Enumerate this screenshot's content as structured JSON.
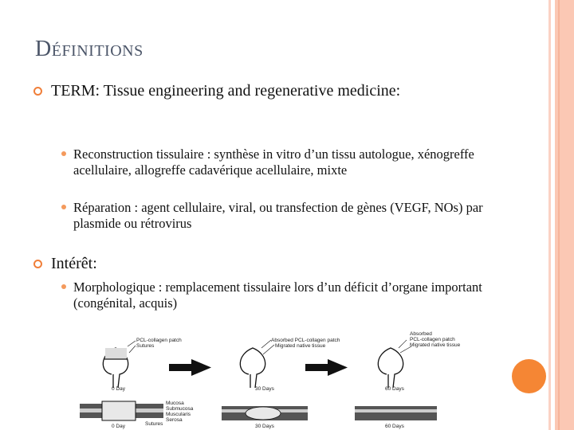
{
  "title": "Définitions",
  "bullets": [
    {
      "text": "TERM: Tissue engineering and regenerative medicine:",
      "sub": [
        "Reconstruction tissulaire : synthèse in vitro d’un tissu autologue, xénogreffe acellulaire, allogreffe cadavérique acellulaire, mixte",
        "Réparation : agent cellulaire, viral, ou transfection de gènes (VEGF, NOs) par plasmide ou rétrovirus"
      ]
    },
    {
      "text": "Intérêt:",
      "sub": [
        "Morphologique : remplacement tissulaire lors d’un déficit d’organe important (congénital, acquis)"
      ]
    }
  ],
  "figure": {
    "top_labels": {
      "patch": "PCL-collagen patch",
      "sutures": "Sutures",
      "absorbed_patch": "Absorbed PCL-collagen patch",
      "migrated": "Migrated native tissue",
      "absorbed": "Absorbed",
      "patch2": "PCL-collagen patch",
      "migrated2": "Migrated native tissue"
    },
    "times": [
      "0 Day",
      "30 Days",
      "60 Days"
    ],
    "layers": [
      "Mucosa",
      "Submucosa",
      "Muscularis",
      "Serosa"
    ],
    "sutures_label": "Sutures"
  },
  "colors": {
    "accent": "#f58634",
    "title": "#4b5568"
  }
}
